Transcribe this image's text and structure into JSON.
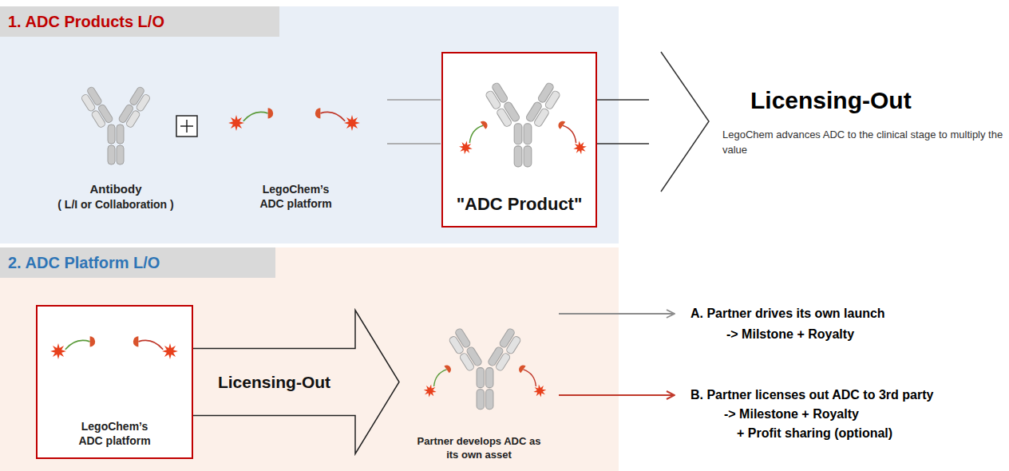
{
  "diagram": {
    "nodes": [
      {
        "text": [
          "1. ADC Products L/O"
        ]
      },
      {
        "text": [
          "\"ADC Product\""
        ],
        "in": 0
      },
      {
        "text": [
          "Licensing-Out",
          "LegoChem advances ADC to the clinical stage to multiply the value"
        ]
      },
      {
        "text": [
          "2. ADC Platform L/O"
        ]
      },
      {
        "text": [
          "LegoChem’s ADC platform"
        ],
        "in": 3
      },
      {
        "text": [
          "Partner develops ADC as its own asset"
        ],
        "in": 3
      },
      {
        "text": [
          "A. Partner drives its own launch",
          "-> Milstone + Royalty"
        ]
      },
      {
        "text": [
          "B. Partner licenses out ADC to 3rd party",
          "-> Milestone + Royalty",
          "+ Profit sharing (optional)"
        ]
      }
    ],
    "edges": [
      {
        "from": 1,
        "to": 2,
        "arrow": "to"
      },
      {
        "from": 4,
        "to": 5,
        "label": "Licensing-Out",
        "arrow": "to"
      },
      {
        "from": 5,
        "to": 6,
        "arrow": "to"
      },
      {
        "from": 5,
        "to": 7,
        "arrow": "to"
      }
    ],
    "labels": [
      "Antibody",
      "( L/I or Collaboration )",
      "LegoChem’s ADC platform"
    ]
  }
}
